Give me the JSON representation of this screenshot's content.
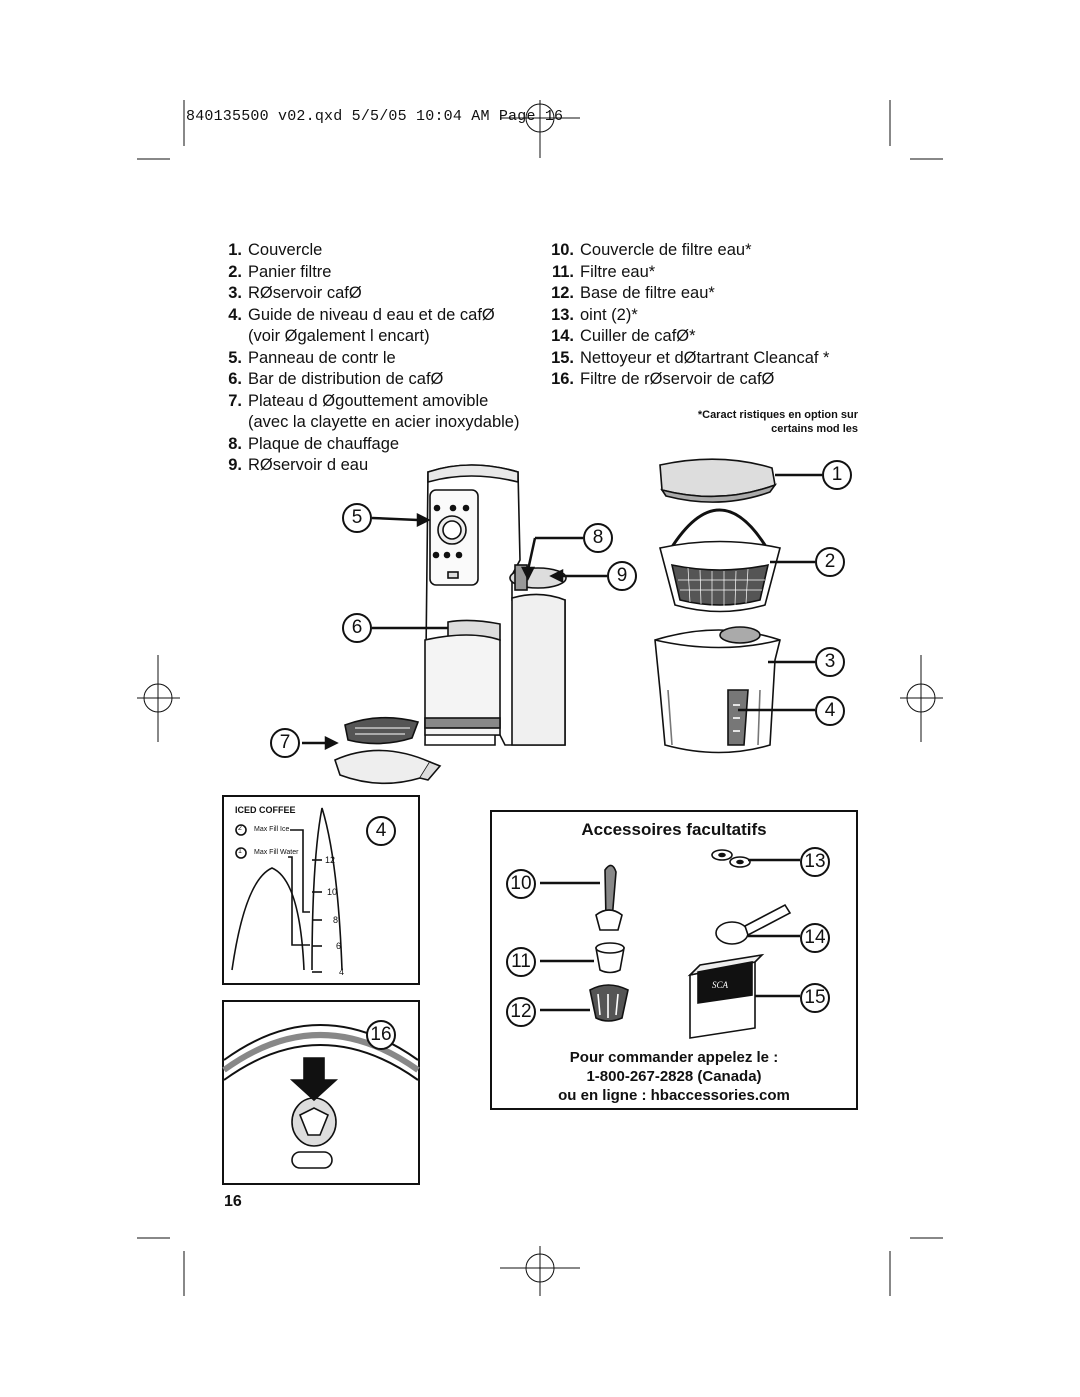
{
  "header": "840135500 v02.qxd  5/5/05  10:04 AM  Page 16",
  "parts_left": [
    {
      "num": "1.",
      "text": "Couvercle"
    },
    {
      "num": "2.",
      "text": "Panier   filtre"
    },
    {
      "num": "3.",
      "text": "RØservoir   cafØ"
    },
    {
      "num": "4.",
      "text": "Guide de niveau d eau et de cafØ",
      "cont": "(voir Øgalement l encart)"
    },
    {
      "num": "5.",
      "text": "Panneau de contr  le"
    },
    {
      "num": "6.",
      "text": "Bar de distribution de cafØ"
    },
    {
      "num": "7.",
      "text": "Plateau d Øgouttement amovible",
      "cont": "(avec la clayette en acier inoxydable)"
    },
    {
      "num": "8.",
      "text": "Plaque de chauffage"
    },
    {
      "num": "9.",
      "text": "RØservoir d eau"
    }
  ],
  "parts_right": [
    {
      "num": "10.",
      "text": "Couvercle de filtre   eau*"
    },
    {
      "num": "11.",
      "text": "Filtre   eau*"
    },
    {
      "num": "12.",
      "text": "Base de filtre   eau*"
    },
    {
      "num": "13.",
      "text": " oint (2)*"
    },
    {
      "num": "14.",
      "text": "Cuiller de cafØ*"
    },
    {
      "num": "15.",
      "text": "Nettoyeur et dØtartrant Cleancaf  *"
    },
    {
      "num": "16.",
      "text": "Filtre de rØservoir de cafØ"
    }
  ],
  "optional_note": [
    "*Caract  ristiques en option sur",
    "certains mod  les"
  ],
  "callouts": {
    "c1": "1",
    "c2": "2",
    "c3": "3",
    "c4": "4",
    "c5": "5",
    "c6": "6",
    "c7": "7",
    "c8": "8",
    "c9": "9",
    "c10": "10",
    "c11": "11",
    "c12": "12",
    "c13": "13",
    "c14": "14",
    "c15": "15",
    "c16": "16",
    "c4b": "4"
  },
  "gauge": {
    "title": "ICED COFFEE",
    "line1_num": "2",
    "line1_label": "Max Fill Ice",
    "line2_num": "1",
    "line2_label": "Max Fill Water",
    "ticks": [
      "12",
      "10",
      "8",
      "6",
      "4"
    ]
  },
  "accessories": {
    "title": "Accessoires facultatifs",
    "order_line1": "Pour commander appelez  le :",
    "order_line2": "1-800-267-2828 (Canada)",
    "order_line3": "ou en ligne : hbaccessories.com",
    "box_label": "SCA"
  },
  "page_number": "16"
}
